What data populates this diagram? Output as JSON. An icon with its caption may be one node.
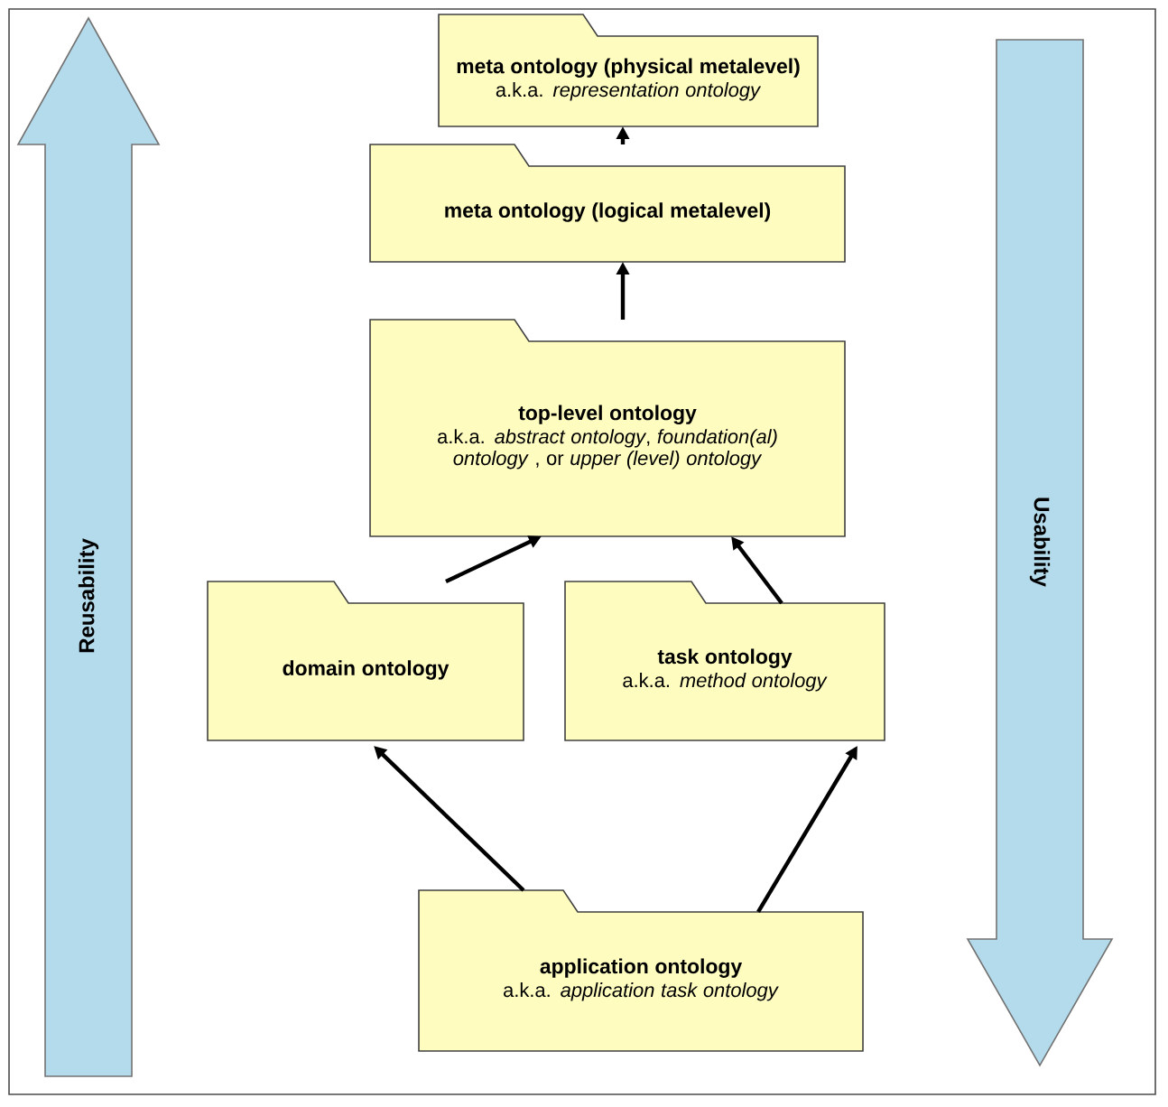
{
  "diagram": {
    "nodes": [
      {
        "text": [
          "meta ontology (physical metalevel)",
          "a.k.a. *representation ontology*"
        ]
      },
      {
        "text": [
          "meta ontology (logical metalevel)"
        ]
      },
      {
        "text": [
          "top-level ontology",
          "a.k.a. *abstract ontology*, *foundation(al) ontology* , or *upper (level) ontology*"
        ]
      },
      {
        "text": [
          "domain ontology"
        ]
      },
      {
        "text": [
          "task ontology",
          "a.k.a. *method ontology*"
        ]
      },
      {
        "text": [
          "application ontology",
          "a.k.a. *application task ontology*"
        ]
      }
    ],
    "edges": [
      {
        "from": 1,
        "to": 0,
        "arrow": "to"
      },
      {
        "from": 2,
        "to": 1,
        "arrow": "to"
      },
      {
        "from": 3,
        "to": 2,
        "arrow": "to"
      },
      {
        "from": 4,
        "to": 2,
        "arrow": "to"
      },
      {
        "from": 5,
        "to": 3,
        "arrow": "to"
      },
      {
        "from": 5,
        "to": 4,
        "arrow": "to"
      }
    ],
    "labels": [
      "Reusability",
      "Usability"
    ]
  }
}
